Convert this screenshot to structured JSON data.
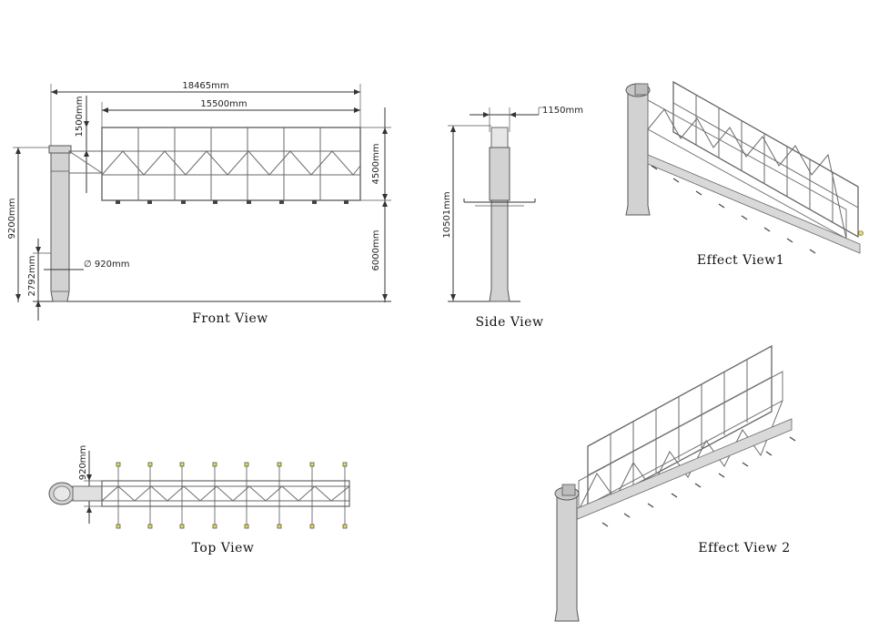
{
  "views": {
    "front": "Front View",
    "side": "Side View",
    "top": "Top View",
    "effect1": "Effect View1",
    "effect2": "Effect View 2"
  },
  "dimensions": {
    "overall_width": "18465mm",
    "board_width": "15500mm",
    "top_offset": "1500mm",
    "board_height": "4500mm",
    "total_height": "9200mm",
    "clearance": "6000mm",
    "base": "2792mm",
    "pole_diameter": "920mm",
    "side_depth": "1150mm",
    "side_height": "10501mm",
    "top_depth": "920mm"
  },
  "colors": {
    "line": "#333333",
    "steel": "#d2d2d2",
    "marker": "#e8e04a"
  }
}
